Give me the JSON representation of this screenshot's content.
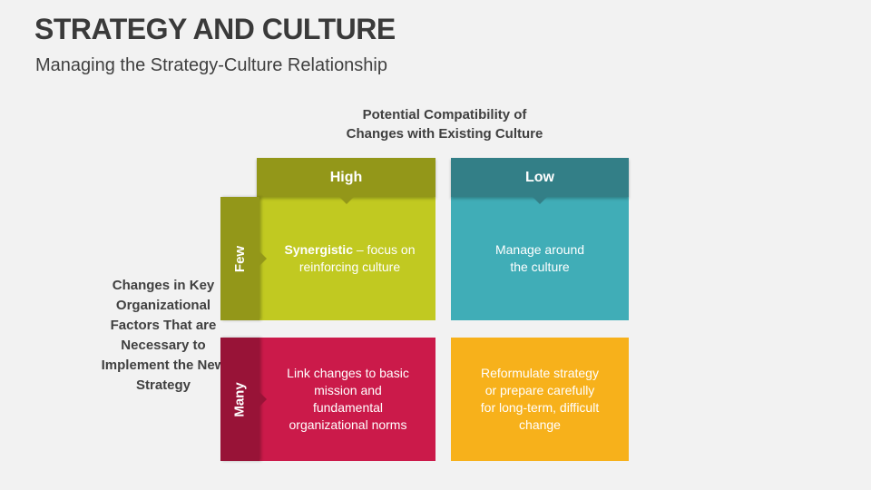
{
  "title": "STRATEGY AND CULTURE",
  "subtitle": "Managing the Strategy-Culture Relationship",
  "column_axis_title_line1": "Potential Compatibility of",
  "column_axis_title_line2": "Changes with Existing Culture",
  "row_axis_title": "Changes in Key Organizational Factors That are Necessary to Implement the New Strategy",
  "columns": [
    {
      "label": "High",
      "color": "#939719"
    },
    {
      "label": "Low",
      "color": "#337f87"
    }
  ],
  "rows": [
    {
      "label": "Few",
      "color": "#939719"
    },
    {
      "label": "Many",
      "color": "#981337"
    }
  ],
  "cells": {
    "few_high": {
      "bold": "Synergistic",
      "text": " – focus on reinforcing culture",
      "color": "#c1c921"
    },
    "few_low": {
      "text": "Manage around the culture",
      "color": "#40adb7"
    },
    "many_high": {
      "text": "Link changes to basic mission and fundamental organizational norms",
      "color": "#cb1a4a"
    },
    "many_low": {
      "text": "Reformulate strategy or prepare carefully for long-term, difficult change",
      "color": "#f7b11b"
    }
  }
}
